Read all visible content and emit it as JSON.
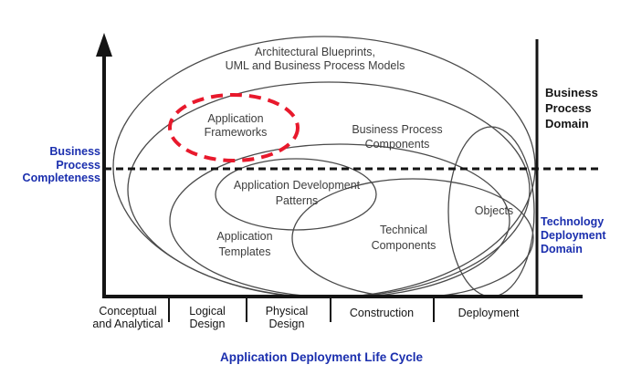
{
  "colors": {
    "accent_blue": "#1b2fae",
    "highlight_red": "#e8192c",
    "curve_gray": "#4a4a4a",
    "label_gray": "#3d3d3d",
    "axis_black": "#141414"
  },
  "labels": {
    "architecture": {
      "lines": [
        "Architectural Blueprints,",
        "UML and Business Process Models"
      ]
    },
    "frameworks": {
      "lines": [
        "Application",
        "Frameworks"
      ]
    },
    "business_process_components": {
      "lines": [
        "Business Process",
        "Components"
      ]
    },
    "application_development_patterns": {
      "lines": [
        "Application Development",
        "Patterns"
      ]
    },
    "application_templates": {
      "lines": [
        "Application",
        "Templates"
      ]
    },
    "technical_components": {
      "lines": [
        "Technical",
        "Components"
      ]
    },
    "objects": {
      "lines": [
        "Objects"
      ]
    }
  },
  "y_axis": {
    "label_lines": [
      "Business",
      "Process",
      "Completeness"
    ]
  },
  "right_labels": {
    "business_process_domain": {
      "lines": [
        "Business",
        "Process",
        "Domain"
      ]
    },
    "technology_deployment_domain": {
      "lines": [
        "Technology",
        "Deployment",
        "Domain"
      ]
    }
  },
  "x_axis": {
    "segments": [
      {
        "lines": [
          "Conceptual",
          "and Analytical"
        ]
      },
      {
        "lines": [
          "Logical",
          "Design"
        ]
      },
      {
        "lines": [
          "Physical",
          "Design"
        ]
      },
      {
        "lines": [
          "Construction"
        ]
      },
      {
        "lines": [
          "Deployment"
        ]
      }
    ],
    "caption": "Application Deployment Life Cycle"
  }
}
